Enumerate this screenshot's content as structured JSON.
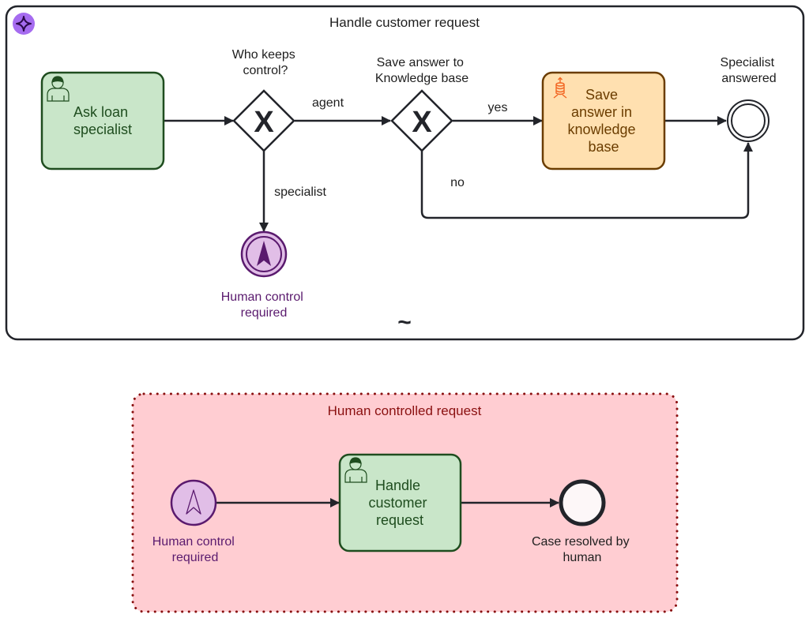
{
  "colors": {
    "line": "#22242a",
    "task_green_fill": "#c9e6c9",
    "task_green_stroke": "#1f4d1f",
    "task_orange_fill": "#ffe0b0",
    "task_orange_stroke": "#6b3d00",
    "service_icon": "#f26522",
    "purple_fill": "#e1bee7",
    "purple_stroke": "#5a1a6e",
    "agentic_badge": "#a66cf0",
    "pool_red_fill": "#ffcdd2",
    "pool_red_stroke": "#8a1010"
  },
  "pools": {
    "main": {
      "title": "Handle customer request",
      "badge_icon": "agentic-sparkle-icon",
      "marker": "~"
    },
    "human": {
      "title": "Human controlled request"
    }
  },
  "nodes": {
    "ask_loan": {
      "type": "user-task",
      "label_lines": [
        "Ask loan",
        "specialist"
      ],
      "icon": "user-icon"
    },
    "gw_control": {
      "type": "exclusive-gateway",
      "label_lines": [
        "Who keeps",
        "control?"
      ],
      "marker": "X"
    },
    "gw_save": {
      "type": "exclusive-gateway",
      "label_lines": [
        "Save answer to",
        "Knowledge base"
      ],
      "marker": "X"
    },
    "save_kb": {
      "type": "service-task",
      "label_lines": [
        "Save",
        "answer in",
        "knowledge",
        "base"
      ],
      "icon": "database-icon"
    },
    "end_specialist": {
      "type": "end-event",
      "label_lines": [
        "Specialist",
        "answered"
      ]
    },
    "escalation_throw": {
      "type": "escalation-end-event",
      "label_lines": [
        "Human control",
        "required"
      ],
      "icon": "escalation-arrow-icon"
    },
    "escalation_start": {
      "type": "escalation-start-event",
      "label_lines": [
        "Human control",
        "required"
      ],
      "icon": "escalation-arrow-icon"
    },
    "handle_request": {
      "type": "user-task",
      "label_lines": [
        "Handle",
        "customer",
        "request"
      ],
      "icon": "user-icon"
    },
    "end_human": {
      "type": "end-event",
      "label_lines": [
        "Case resolved by",
        "human"
      ]
    }
  },
  "flows": {
    "agent": "agent",
    "specialist": "specialist",
    "yes": "yes",
    "no": "no"
  }
}
